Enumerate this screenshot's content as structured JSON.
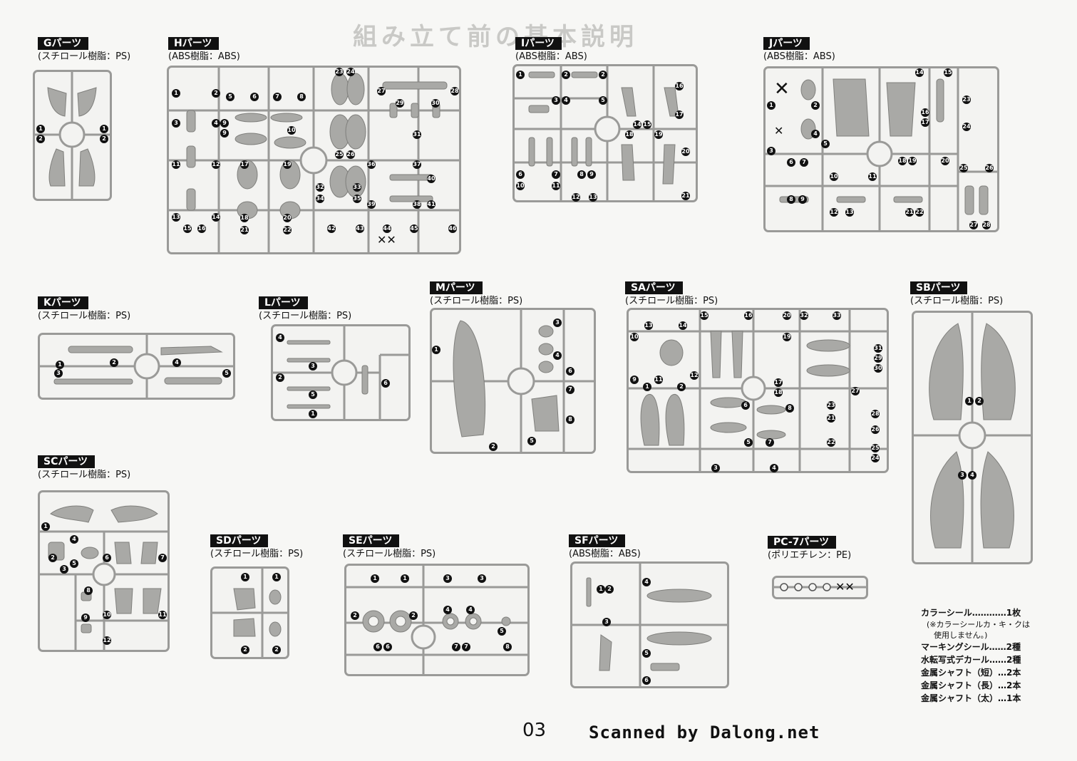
{
  "header_title": "組み立て前の基本説明",
  "page_number": "03",
  "credit": "Scanned by Dalong.net",
  "sections": {
    "G": {
      "label": "Gパーツ",
      "material": "(スチロール樹脂：PS)"
    },
    "H": {
      "label": "Hパーツ",
      "material": "(ABS樹脂：ABS)"
    },
    "I": {
      "label": "Iパーツ",
      "material": "(ABS樹脂：ABS)"
    },
    "J": {
      "label": "Jパーツ",
      "material": "(ABS樹脂：ABS)"
    },
    "K": {
      "label": "Kパーツ",
      "material": "(スチロール樹脂：PS)"
    },
    "L": {
      "label": "Lパーツ",
      "material": "(スチロール樹脂：PS)"
    },
    "M": {
      "label": "Mパーツ",
      "material": "(スチロール樹脂：PS)"
    },
    "SA": {
      "label": "SAパーツ",
      "material": "(スチロール樹脂：PS)"
    },
    "SB": {
      "label": "SBパーツ",
      "material": "(スチロール樹脂：PS)"
    },
    "SC": {
      "label": "SCパーツ",
      "material": "(スチロール樹脂：PS)"
    },
    "SD": {
      "label": "SDパーツ",
      "material": "(スチロール樹脂：PS)"
    },
    "SE": {
      "label": "SEパーツ",
      "material": "(スチロール樹脂：PS)"
    },
    "SF": {
      "label": "SFパーツ",
      "material": "(ABS樹脂：ABS)"
    },
    "PC7": {
      "label": "PC-7パーツ",
      "material": "(ポリエチレン：PE)"
    }
  },
  "legend": {
    "color_seal": "カラーシール…………1枚",
    "color_seal_note_1": "(※カラーシールカ・キ・クは",
    "color_seal_note_2": "使用しません。)",
    "marking_seal": "マーキングシール……2種",
    "water_decal": "水転写式デカール……2種",
    "shaft_short": "金属シャフト（短）…2本",
    "shaft_long": "金属シャフト（長）…2本",
    "shaft_thick": "金属シャフト（太）…1本"
  },
  "runner_numbers": {
    "G": [
      "1",
      "2",
      "1",
      "2"
    ],
    "H": [
      "1",
      "2",
      "3",
      "4",
      "5",
      "6",
      "7",
      "8",
      "9",
      "9",
      "10",
      "11",
      "12",
      "13",
      "14",
      "15",
      "16",
      "17",
      "18",
      "19",
      "20",
      "21",
      "22",
      "23",
      "24",
      "25",
      "26",
      "27",
      "28",
      "29",
      "30",
      "31",
      "32",
      "33",
      "34",
      "35",
      "36",
      "37",
      "38",
      "39",
      "40",
      "41",
      "42",
      "43",
      "44",
      "45",
      "46"
    ],
    "I": [
      "1",
      "2",
      "2",
      "3",
      "4",
      "5",
      "6",
      "7",
      "8",
      "9",
      "10",
      "11",
      "12",
      "13",
      "14",
      "15",
      "16",
      "17",
      "18",
      "19",
      "20",
      "21"
    ],
    "J": [
      "1",
      "2",
      "3",
      "4",
      "5",
      "6",
      "7",
      "10",
      "11",
      "8",
      "9",
      "12",
      "13",
      "14",
      "15",
      "16",
      "17",
      "18",
      "19",
      "20",
      "21",
      "22",
      "23",
      "24",
      "25",
      "26",
      "27",
      "28"
    ],
    "K": [
      "1",
      "2",
      "3",
      "4",
      "5"
    ],
    "L": [
      "1",
      "2",
      "3",
      "4",
      "5",
      "6"
    ],
    "M": [
      "1",
      "2",
      "3",
      "4",
      "5",
      "6",
      "7",
      "8"
    ],
    "SA": [
      "1",
      "2",
      "3",
      "4",
      "5",
      "6",
      "7",
      "8",
      "9",
      "10",
      "11",
      "12",
      "13",
      "14",
      "15",
      "16",
      "17",
      "18",
      "19",
      "20",
      "21",
      "22",
      "23",
      "24",
      "25",
      "26",
      "27",
      "28",
      "29",
      "30",
      "31",
      "32",
      "33"
    ],
    "SB": [
      "1",
      "2",
      "3",
      "4"
    ],
    "SC": [
      "1",
      "2",
      "3",
      "4",
      "5",
      "6",
      "7",
      "8",
      "9",
      "10",
      "11",
      "12"
    ],
    "SD": [
      "1",
      "2",
      "1",
      "2"
    ],
    "SE": [
      "1",
      "1",
      "2",
      "2",
      "3",
      "3",
      "4",
      "4",
      "5",
      "6",
      "6",
      "7",
      "7",
      "8"
    ],
    "SF": [
      "1",
      "2",
      "3",
      "4",
      "5",
      "6"
    ]
  }
}
